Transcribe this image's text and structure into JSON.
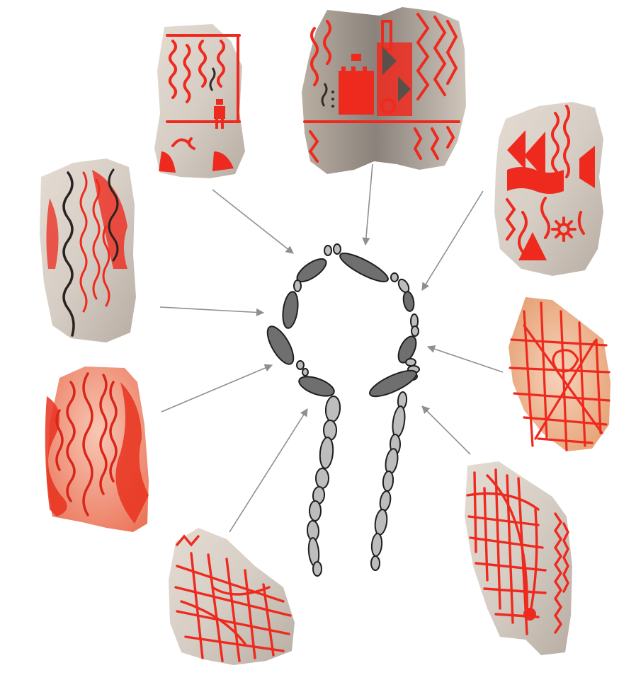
{
  "figure": {
    "subject": "engraved-plaques-and-necklace",
    "colors": {
      "background": "#ffffff",
      "plaque_light": "#e9e2d8",
      "plaque_shade": "#b9afa6",
      "plaque_warm": "#f2b48f",
      "paint_red": "#ee2a1f",
      "paint_dark": "#3a2a26",
      "bead_dark": "#6f6f6f",
      "bead_light": "#bdbdbd",
      "bead_outline": "#1f1f1f",
      "arrow": "#8f8f8f"
    },
    "plaques": [
      {
        "name": "plaque-top-left",
        "motif": "wavy-lines-human-figure"
      },
      {
        "name": "plaque-top-center",
        "motif": "zigzags-and-blocks"
      },
      {
        "name": "plaque-right-upper",
        "motif": "zigzags-and-sun"
      },
      {
        "name": "plaque-left-upper",
        "motif": "wavy-bands"
      },
      {
        "name": "plaque-left-lower",
        "motif": "wavy-bands-red"
      },
      {
        "name": "plaque-right-middle",
        "motif": "grid-net"
      },
      {
        "name": "plaque-right-lower",
        "motif": "grid-net"
      },
      {
        "name": "plaque-bottom-left",
        "motif": "grid-net"
      }
    ],
    "necklace": {
      "bead_count": 38
    }
  }
}
